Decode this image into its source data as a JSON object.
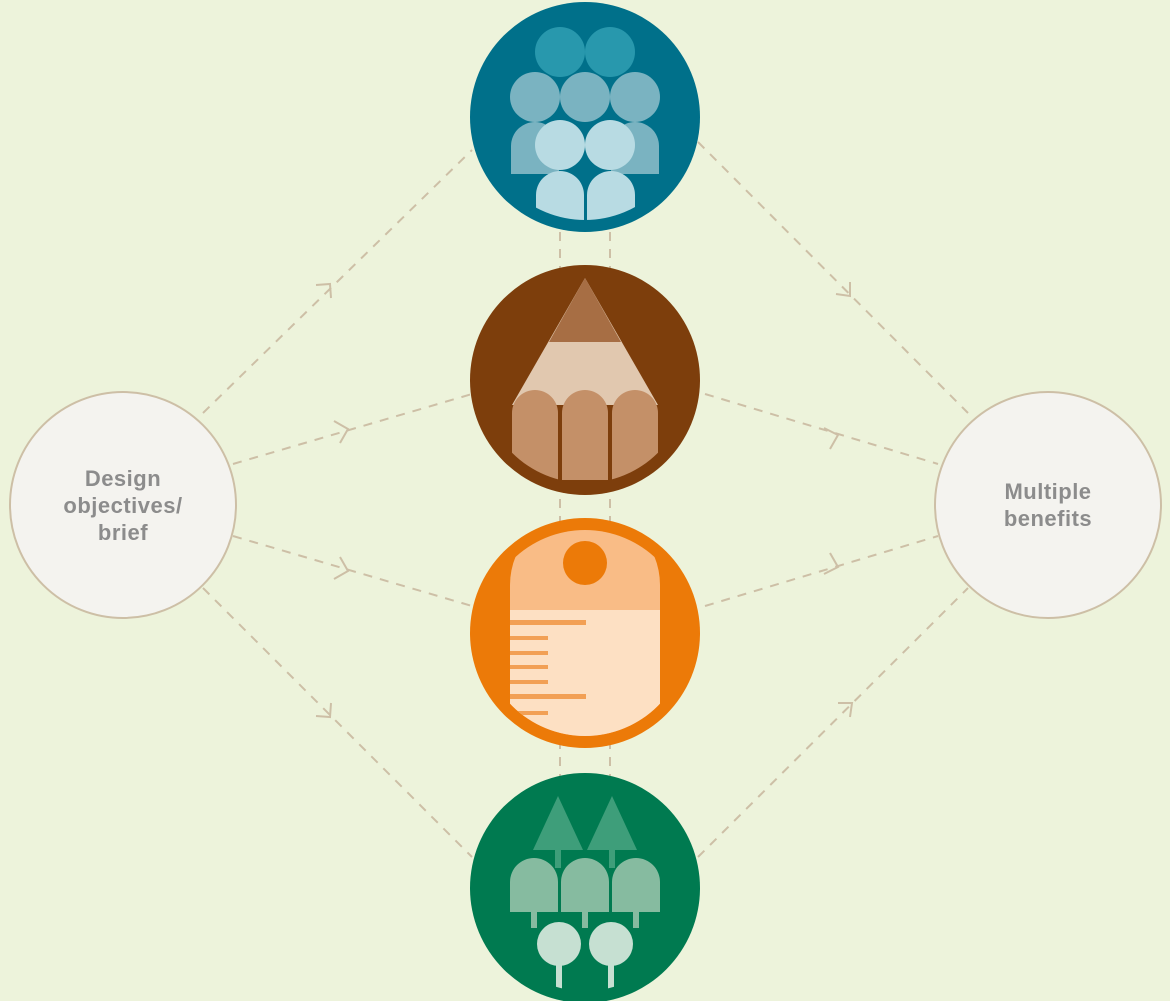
{
  "diagram": {
    "input_node": {
      "label": "Design\nobjectives/\nbrief"
    },
    "output_node": {
      "label": "Multiple\nbenefits"
    },
    "hub_nodes": [
      {
        "id": "people",
        "icon": "people-group-icon",
        "color": "#00708a"
      },
      {
        "id": "design",
        "icon": "pencil-icon",
        "color": "#7d3e0c"
      },
      {
        "id": "process",
        "icon": "document-list-icon",
        "color": "#ec7a08"
      },
      {
        "id": "nature",
        "icon": "trees-icon",
        "color": "#007a50"
      }
    ],
    "colors": {
      "background": "#edf3db",
      "connector": "#cdbfa6",
      "endpoint_fill": "#f4f3ef",
      "endpoint_text": "#8c8c8c"
    }
  }
}
